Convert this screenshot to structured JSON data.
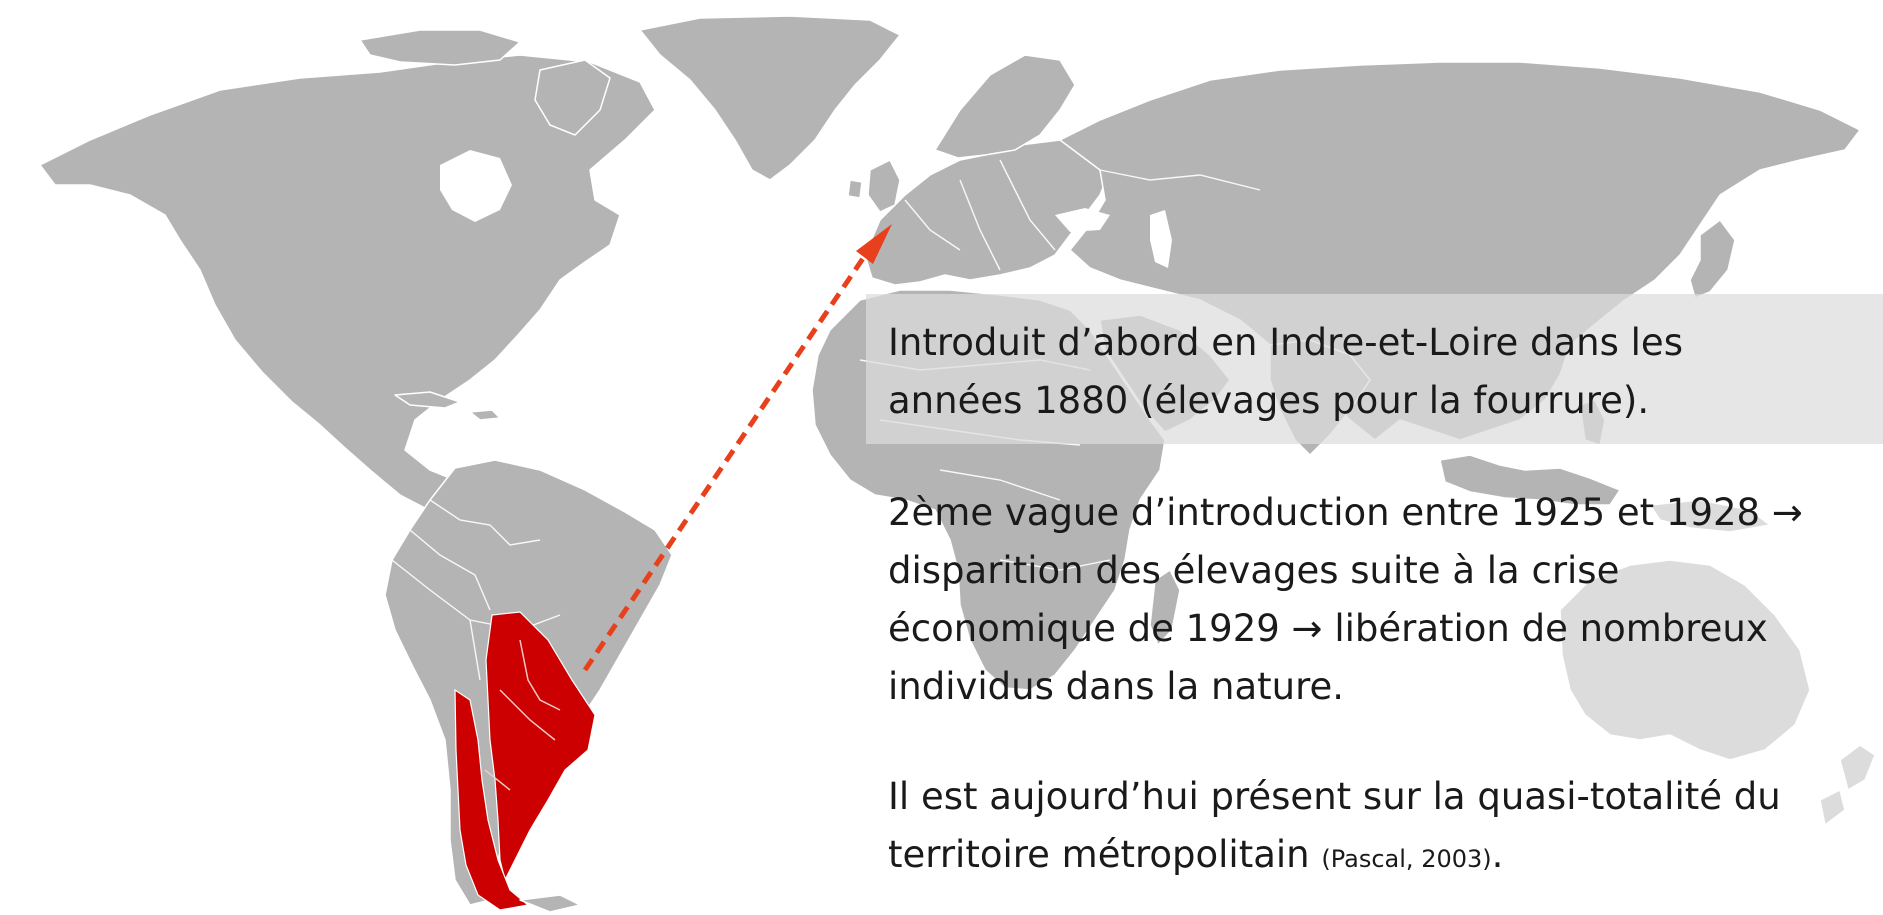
{
  "paragraphs": {
    "p1": "Introduit d’abord en Indre-et-Loire dans les années 1880 (élevages pour la fourrure).",
    "p2": "2ème vague d’introduction entre 1925 et 1928 → disparition des élevages suite à la crise économique de 1929 → libération de nombreux individus dans la nature.",
    "p3": "Il est aujourd’hui présent sur la quasi-totalité du territoire métropolitain ",
    "citation": "(Pascal, 2003)",
    "p3_end": "."
  },
  "map": {
    "land_color": "#b4b4b4",
    "native_range_color": "#cc0000",
    "arrow_color": "#e8401c",
    "native_range_region": "southern South America",
    "introduction_destination": "France"
  }
}
